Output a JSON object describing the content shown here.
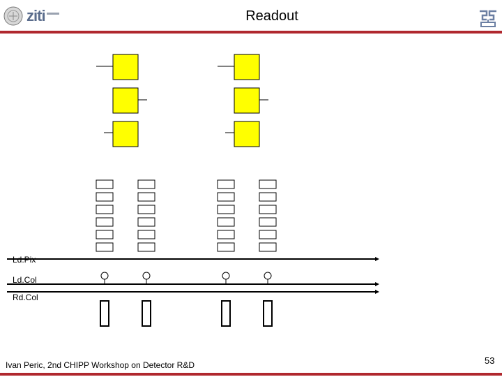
{
  "header": {
    "title": "Readout",
    "logo_text": "ziti",
    "accent_color": "#b0282e"
  },
  "diagram": {
    "pixel_color": "#ffff00",
    "bus_labels": {
      "ldpix": "Ld.Pix",
      "ldcol": "Ld.Col",
      "rdcol": "Rd.Col"
    }
  },
  "footer": {
    "text": "Ivan Peric, 2nd CHIPP Workshop on Detector R&D",
    "page_number": "53"
  }
}
